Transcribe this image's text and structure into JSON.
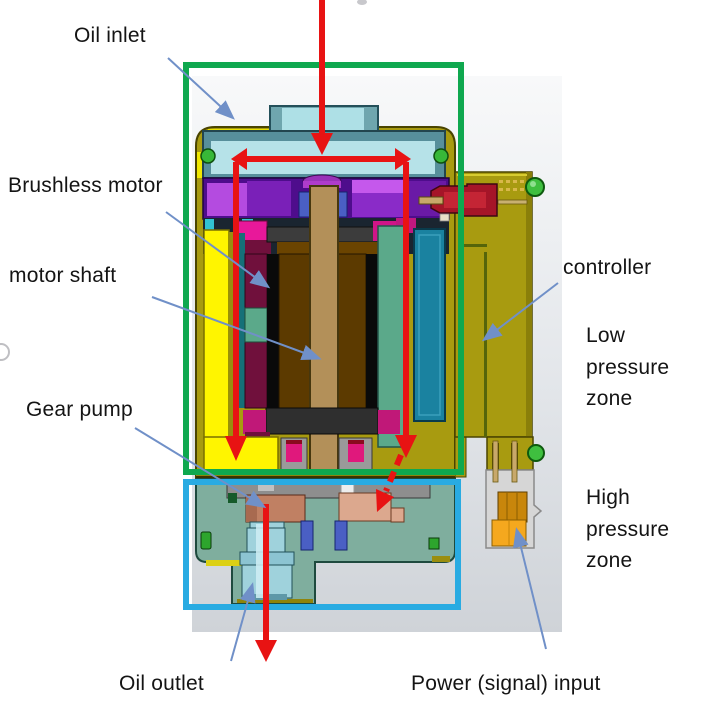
{
  "colors": {
    "flow_arrow_red": "#e81313",
    "low_pressure_zone_green": "#0fa84f",
    "high_pressure_zone_cyan": "#29abe2",
    "annotation_arrow_blue": "#7090c8",
    "label_text": "#141414"
  },
  "callouts": [
    {
      "id": "oil-inlet",
      "text": "Oil inlet"
    },
    {
      "id": "brushless-motor",
      "text": "Brushless motor"
    },
    {
      "id": "motor-shaft",
      "text": "motor shaft"
    },
    {
      "id": "gear-pump",
      "text": "Gear pump"
    },
    {
      "id": "oil-outlet",
      "text": "Oil outlet"
    },
    {
      "id": "controller",
      "text": "controller"
    },
    {
      "id": "low-pressure-zone",
      "text": "Low pressure zone"
    },
    {
      "id": "high-pressure-zone",
      "text": "High pressure zone"
    },
    {
      "id": "power-signal-input",
      "text": "Power (signal) input"
    }
  ]
}
